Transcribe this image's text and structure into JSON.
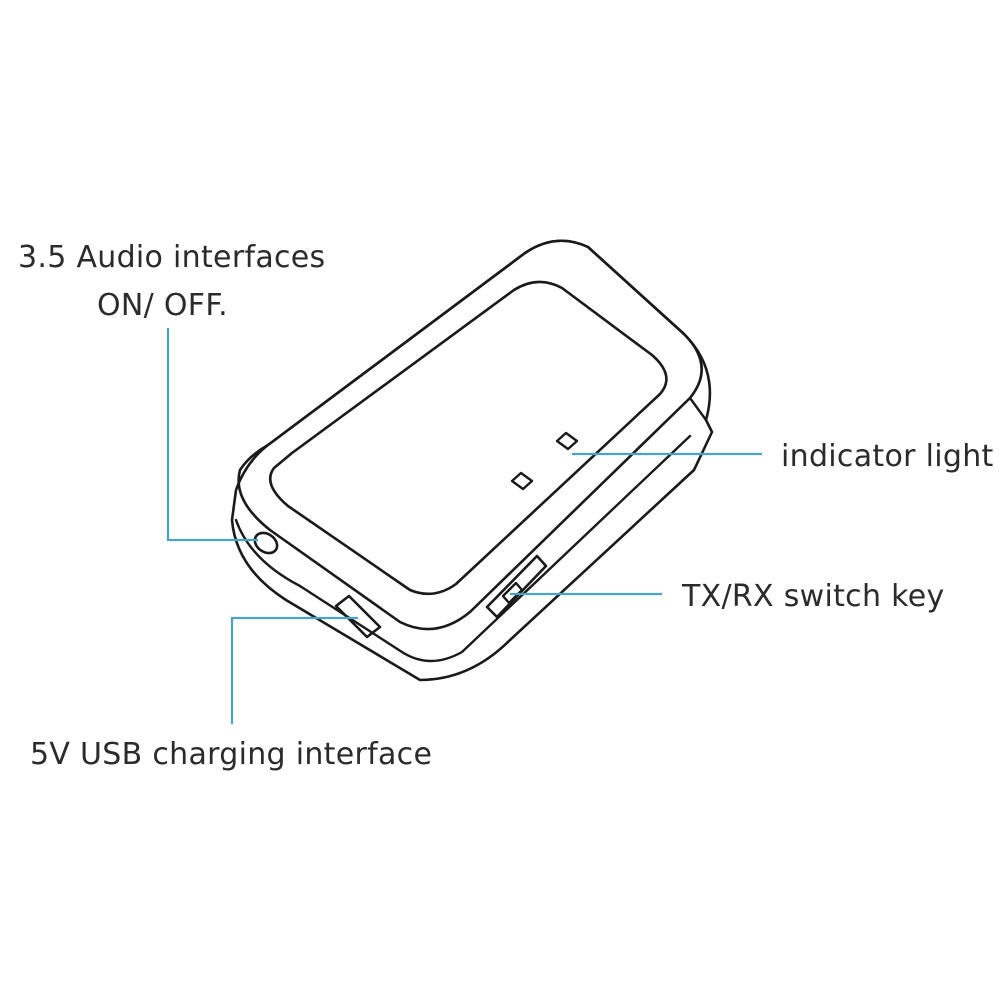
{
  "labels": {
    "audio_interface": "3.5 Audio interfaces",
    "on_off": "ON/ OFF.",
    "indicator_light": "indicator light",
    "switch_key": "TX/RX switch key",
    "usb_charging": "5V USB charging interface"
  },
  "colors": {
    "outline": "#1a1a1a",
    "leader_line": "#4aa3c2",
    "text": "#2b2b2b",
    "background": "#ffffff"
  }
}
